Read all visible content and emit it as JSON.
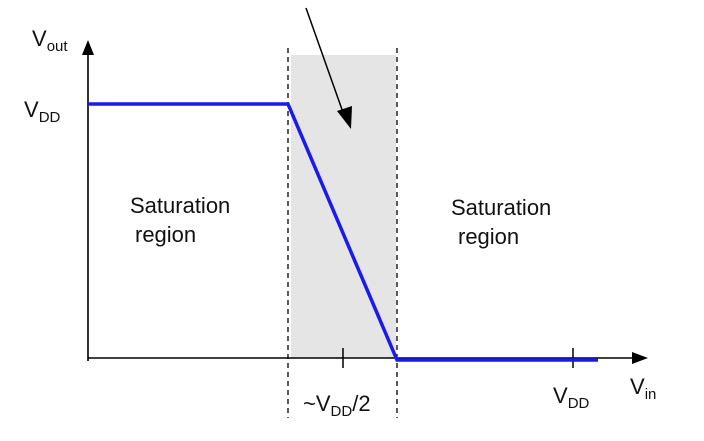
{
  "labels": {
    "y_axis": {
      "main": "V",
      "sub": "out"
    },
    "x_axis": {
      "main": "V",
      "sub": "in"
    },
    "vdd_y": {
      "main": "V",
      "sub": "DD"
    },
    "vdd_x": {
      "main": "V",
      "sub": "DD"
    },
    "half_vdd": {
      "prefix": "~V",
      "sub": "DD",
      "suffix": "/2"
    },
    "region_left": {
      "line1": "Saturation",
      "line2": "region"
    },
    "region_right": {
      "line1": "Saturation",
      "line2": "region"
    }
  },
  "colors": {
    "curve": "#1a1aee",
    "axis": "#000000",
    "shade": "#e5e5e5",
    "dash": "#000000"
  }
}
